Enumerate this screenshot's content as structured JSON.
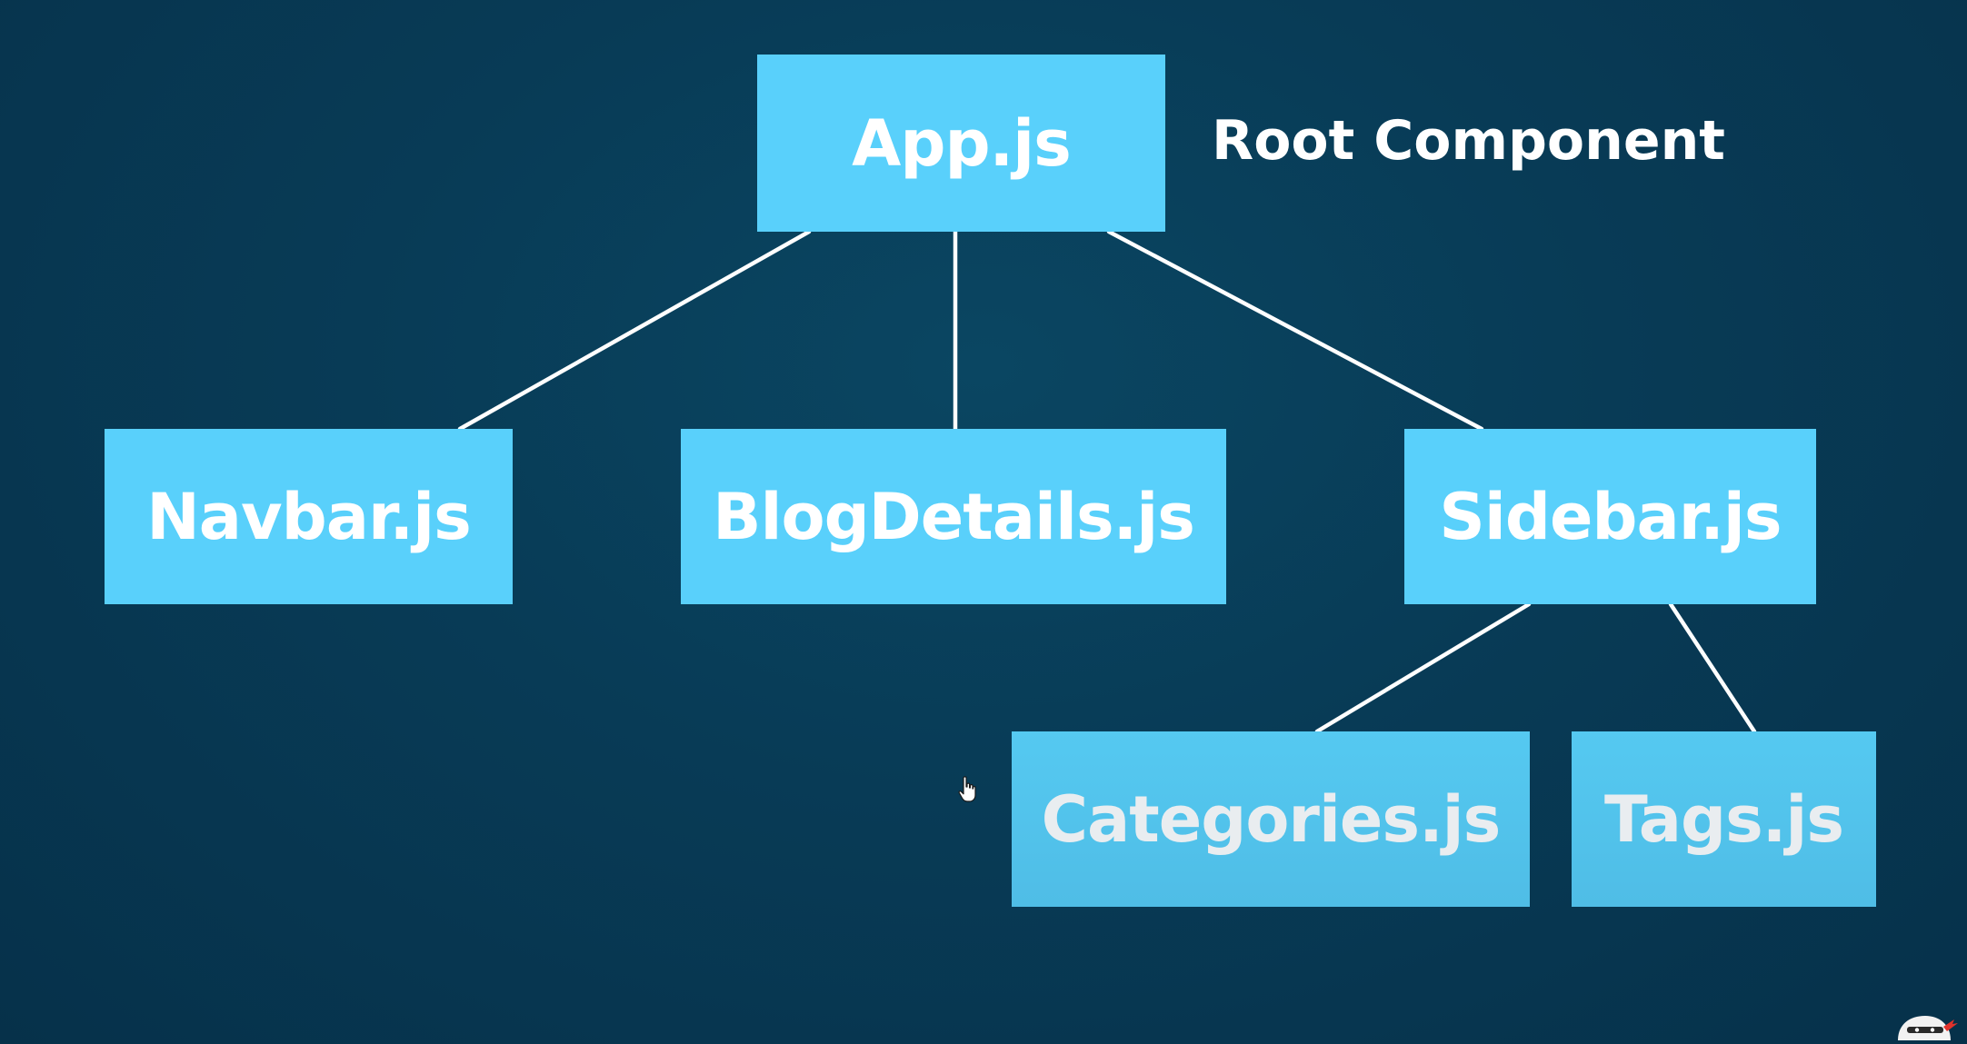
{
  "diagram": {
    "root": {
      "label": "App.js",
      "annotation": "Root Component"
    },
    "children": [
      {
        "label": "Navbar.js"
      },
      {
        "label": "BlogDetails.js"
      },
      {
        "label": "Sidebar.js"
      }
    ],
    "grandchildren": [
      {
        "parent": "Sidebar.js",
        "label": "Categories.js"
      },
      {
        "parent": "Sidebar.js",
        "label": "Tags.js"
      }
    ],
    "colors": {
      "background": "#083b56",
      "box": "#59d0fb",
      "text": "#ffffff",
      "connector": "#ffffff"
    }
  },
  "overlay": {
    "cursor_icon": "hand-pointer-icon",
    "channel_logo_icon": "ninja-logo-icon"
  }
}
